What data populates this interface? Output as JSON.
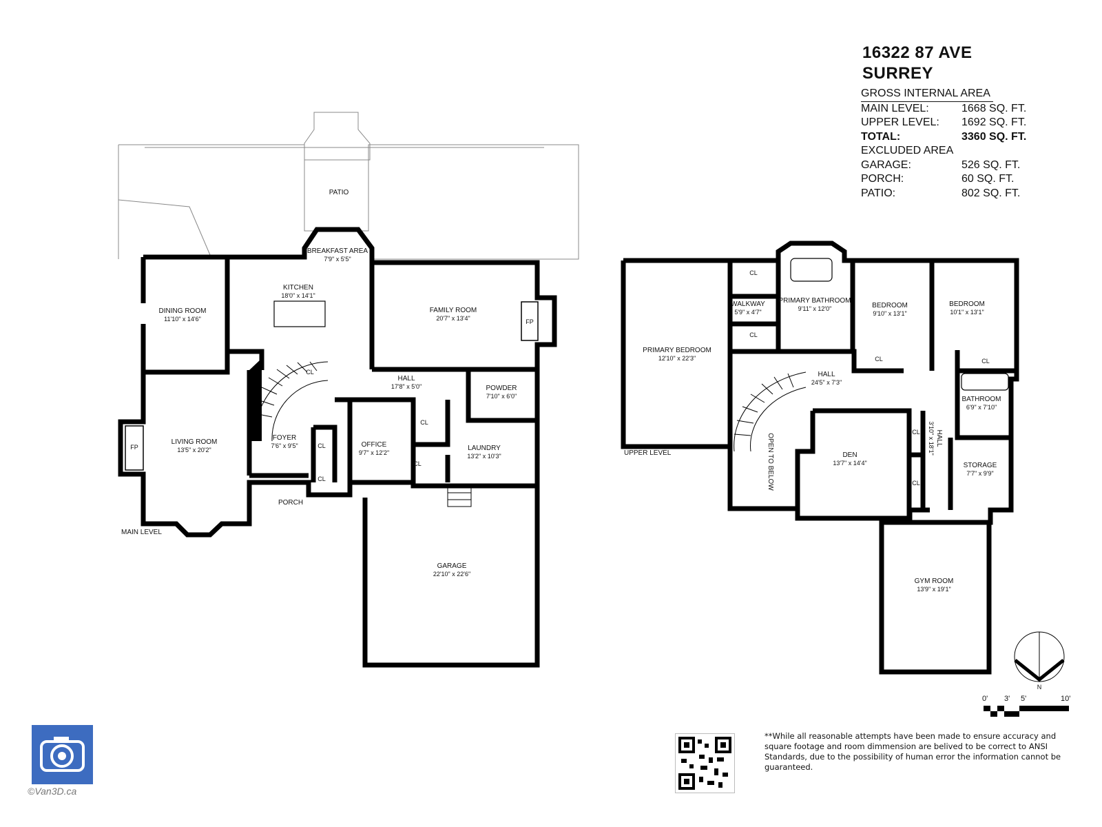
{
  "address": {
    "line1": "16322 87 AVE",
    "line2": "SURREY"
  },
  "area_summary": {
    "heading": "GROSS INTERNAL AREA",
    "rows": [
      {
        "label": "MAIN LEVEL:",
        "value": "1668 SQ. FT.",
        "bold": false
      },
      {
        "label": "UPPER LEVEL:",
        "value": "1692 SQ. FT.",
        "bold": false
      },
      {
        "label": "TOTAL:",
        "value": "3360 SQ. FT.",
        "bold": true
      }
    ],
    "excluded_heading": "EXCLUDED AREA",
    "excluded_rows": [
      {
        "label": "GARAGE:",
        "value": "526 SQ. FT."
      },
      {
        "label": "PORCH:",
        "value": "60 SQ. FT."
      },
      {
        "label": "PATIO:",
        "value": "802 SQ. FT."
      }
    ]
  },
  "levels": {
    "main": "MAIN LEVEL",
    "upper": "UPPER LEVEL"
  },
  "main_rooms": {
    "patio": {
      "name": "PATIO",
      "dim": ""
    },
    "breakfast": {
      "name": "BREAKFAST AREA",
      "dim": "7'9\" x 5'5\""
    },
    "kitchen": {
      "name": "KITCHEN",
      "dim": "18'0\" x 14'1\""
    },
    "dining": {
      "name": "DINING ROOM",
      "dim": "11'10\" x 14'6\""
    },
    "family": {
      "name": "FAMILY ROOM",
      "dim": "20'7\" x 13'4\""
    },
    "hall": {
      "name": "HALL",
      "dim": "17'8\" x 5'0\""
    },
    "powder": {
      "name": "POWDER",
      "dim": "7'10\" x 6'0\""
    },
    "living": {
      "name": "LIVING ROOM",
      "dim": "13'5\" x 20'2\""
    },
    "foyer": {
      "name": "FOYER",
      "dim": "7'6\" x 9'5\""
    },
    "office": {
      "name": "OFFICE",
      "dim": "9'7\" x 12'2\""
    },
    "laundry": {
      "name": "LAUNDRY",
      "dim": "13'2\" x 10'3\""
    },
    "porch": {
      "name": "PORCH",
      "dim": ""
    },
    "garage": {
      "name": "GARAGE",
      "dim": "22'10\" x 22'6\""
    }
  },
  "upper_rooms": {
    "primary_bedroom": {
      "name": "PRIMARY BEDROOM",
      "dim": "12'10\" x 22'3\""
    },
    "walkway": {
      "name": "WALKWAY",
      "dim": "5'9\" x 4'7\""
    },
    "primary_bath": {
      "name": "PRIMARY BATHROOM",
      "dim": "9'11\" x 12'0\""
    },
    "bedroom1": {
      "name": "BEDROOM",
      "dim": "9'10\" x 13'1\""
    },
    "bedroom2": {
      "name": "BEDROOM",
      "dim": "10'1\" x 13'1\""
    },
    "hall": {
      "name": "HALL",
      "dim": "24'5\" x 7'3\""
    },
    "bathroom": {
      "name": "BATHROOM",
      "dim": "6'9\" x 7'10\""
    },
    "hall_small": {
      "name": "HALL",
      "dim": "3'10\" x 18'1\""
    },
    "den": {
      "name": "DEN",
      "dim": "13'7\" x 14'4\""
    },
    "storage": {
      "name": "STORAGE",
      "dim": "7'7\" x 9'9\""
    },
    "gym": {
      "name": "GYM ROOM",
      "dim": "13'9\" x 19'1\""
    },
    "open_below": "OPEN TO BELOW"
  },
  "closet_label": "CL",
  "fireplace_label": "FP",
  "compass_label": "N",
  "scale": {
    "labels": [
      "0'",
      "3'",
      "5'",
      "10'"
    ]
  },
  "qr_icon": "qr-code-icon",
  "logo_icon": "camera-aperture-icon",
  "copyright": "©Van3D.ca",
  "disclaimer": "**While all reasonable attempts have been made to ensure accuracy and square footage and room dimmension are belived to be correct to ANSI Standards, due to the possibility of human error the information cannot be guaranteed.",
  "colors": {
    "wall": "#000000",
    "logo": "#3d6cc0",
    "line": "#888888"
  }
}
